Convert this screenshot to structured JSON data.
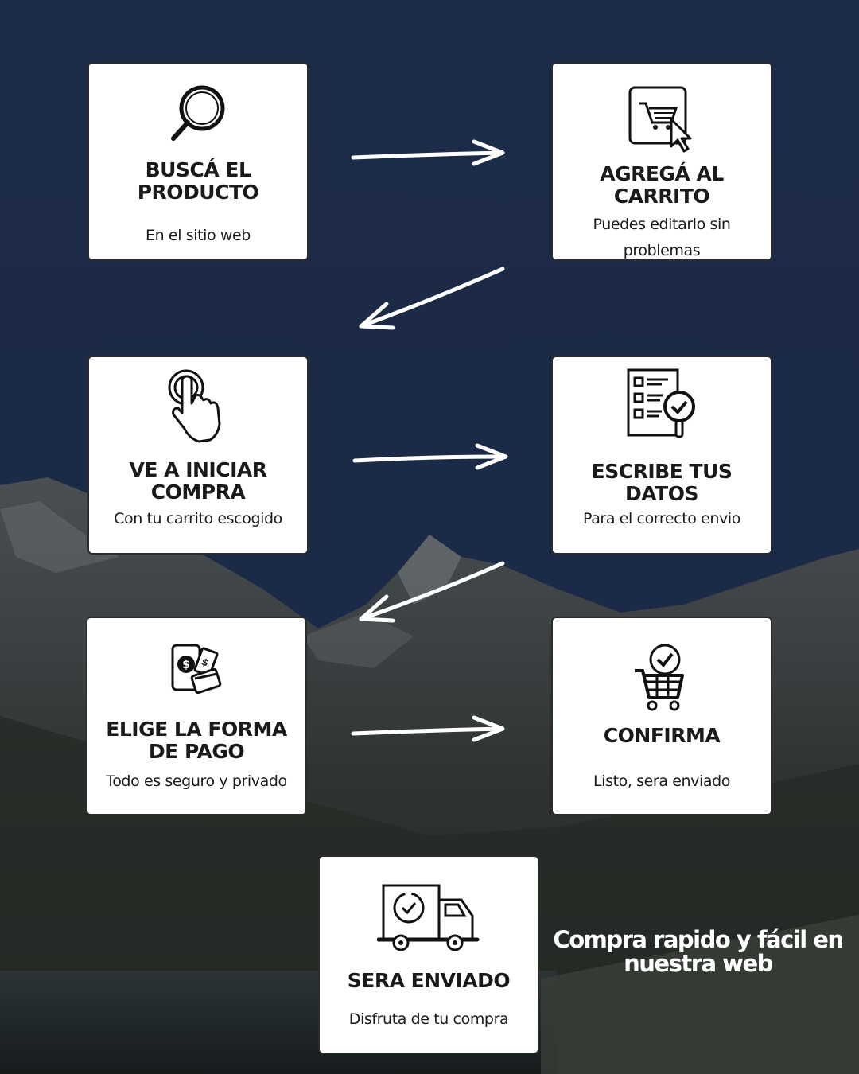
{
  "steps": [
    {
      "title": "BUSCÁ EL PRODUCTO",
      "subtitle": "En el sitio web",
      "icon": "magnifier-icon"
    },
    {
      "title": "AGREGÁ AL CARRITO",
      "subtitle": "Puedes editarlo sin problemas",
      "icon": "cart-cursor-icon"
    },
    {
      "title": "VE A INICIAR COMPRA",
      "subtitle": "Con tu carrito escogido",
      "icon": "tap-hand-icon"
    },
    {
      "title": "ESCRIBE TUS DATOS",
      "subtitle": "Para el correcto envio",
      "icon": "checklist-icon"
    },
    {
      "title": "ELIGE LA FORMA DE PAGO",
      "subtitle": "Todo es seguro y privado",
      "icon": "payment-icon"
    },
    {
      "title": "CONFIRMA",
      "subtitle": "Listo, sera enviado",
      "icon": "cart-check-icon"
    },
    {
      "title": "SERA ENVIADO",
      "subtitle": "Disfruta de tu compra",
      "icon": "delivery-truck-icon"
    }
  ],
  "tagline": "Compra rapido y fácil en nuestra web",
  "colors": {
    "background": "#1b2a45",
    "card": "#ffffff",
    "text": "#1a1a1a",
    "arrow": "#ffffff"
  }
}
